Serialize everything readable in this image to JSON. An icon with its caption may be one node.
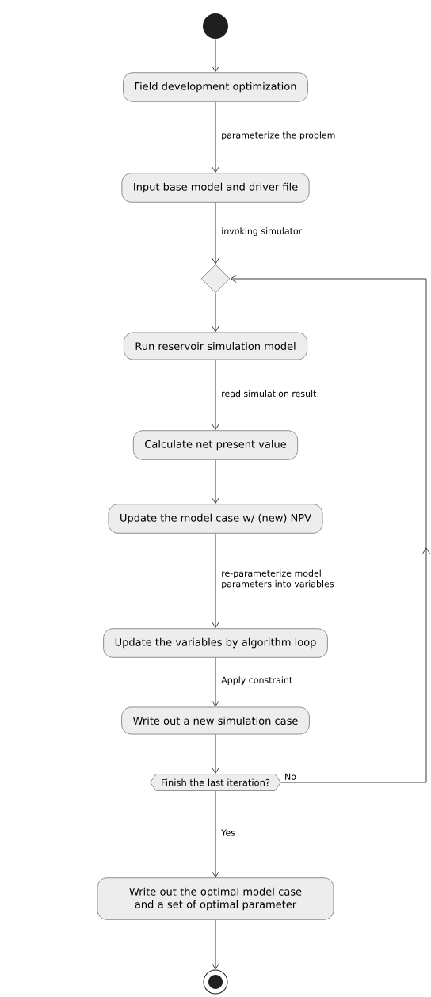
{
  "diagram": {
    "nodes": [
      {
        "text": [],
        "shape": "circle"
      },
      {
        "text": [
          "Field development optimization"
        ]
      },
      {
        "text": [
          "Input base model and driver file"
        ]
      },
      {
        "text": [],
        "shape": "diamond"
      },
      {
        "text": [
          "Run reservoir simulation model"
        ]
      },
      {
        "text": [
          "Calculate net present value"
        ]
      },
      {
        "text": [
          "Update the model case w/ (new) NPV"
        ]
      },
      {
        "text": [
          "Update the variables by algorithm loop"
        ]
      },
      {
        "text": [
          "Write out a new simulation case"
        ]
      },
      {
        "text": [
          "Finish the last iteration?"
        ]
      },
      {
        "text": [
          "Write out the optimal model case and a set of optimal parameter"
        ]
      },
      {
        "text": [],
        "shape": "circle"
      }
    ],
    "edges": [
      {
        "from": 0,
        "to": 1,
        "arrow": "to"
      },
      {
        "from": 1,
        "to": 2,
        "arrow": "to",
        "label": "parameterize the problem"
      },
      {
        "from": 2,
        "to": 3,
        "arrow": "to",
        "label": "invoking simulator"
      },
      {
        "from": 3,
        "to": 4,
        "arrow": "to"
      },
      {
        "from": 4,
        "to": 5,
        "arrow": "to",
        "label": "read simulation result"
      },
      {
        "from": 5,
        "to": 6,
        "arrow": "to"
      },
      {
        "from": 6,
        "to": 7,
        "arrow": "to",
        "label": "re-parameterize model parameters into variables"
      },
      {
        "from": 7,
        "to": 8,
        "arrow": "to",
        "label": "Apply constraint"
      },
      {
        "from": 8,
        "to": 9,
        "arrow": "to"
      },
      {
        "from": 9,
        "to": 10,
        "arrow": "to",
        "label": "Yes"
      },
      {
        "from": 9,
        "to": 3,
        "arrow": "to",
        "label": "No"
      },
      {
        "from": 10,
        "to": 11,
        "arrow": "to"
      }
    ]
  }
}
